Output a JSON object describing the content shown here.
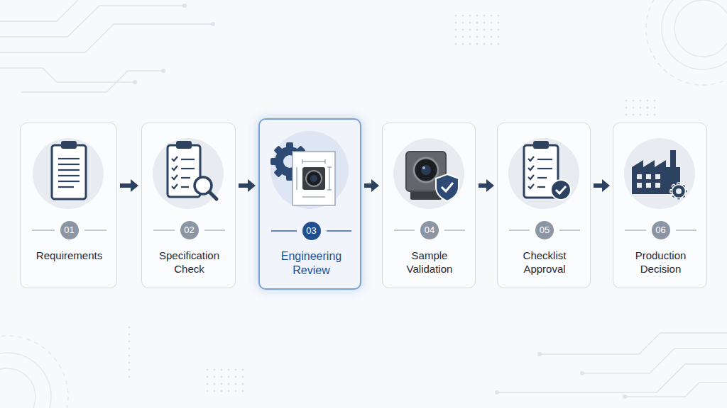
{
  "diagram": {
    "nodes": [
      {
        "text": [
          "01",
          "Requirements"
        ]
      },
      {
        "text": [
          "02",
          "Specification Check"
        ]
      },
      {
        "text": [
          "03",
          "Engineering Review"
        ]
      },
      {
        "text": [
          "04",
          "Sample Validation"
        ]
      },
      {
        "text": [
          "05",
          "Checklist Approval"
        ]
      },
      {
        "text": [
          "06",
          "Production Decision"
        ]
      }
    ],
    "edges": [
      {
        "from": 0,
        "to": 1,
        "arrow": "to"
      },
      {
        "from": 1,
        "to": 2,
        "arrow": "to"
      },
      {
        "from": 2,
        "to": 3,
        "arrow": "to"
      },
      {
        "from": 3,
        "to": 4,
        "arrow": "to"
      },
      {
        "from": 4,
        "to": 5,
        "arrow": "to"
      }
    ]
  }
}
